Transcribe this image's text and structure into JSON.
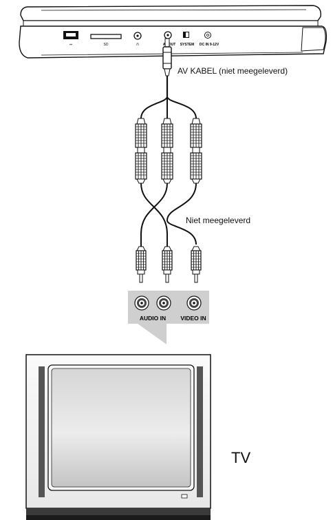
{
  "labels": {
    "av_cable": "AV KABEL (niet meegeleverd)",
    "not_included": "Niet meegeleverd",
    "tv": "TV"
  },
  "jacks": {
    "audio_in": "AUDIO IN",
    "video_in": "VIDEO IN"
  },
  "player_port_labels": {
    "av_out": "AV OUT",
    "system": "SYSTEM",
    "dc_in": "DC IN 9-12V",
    "card": "SD",
    "headphone": "∩"
  },
  "colors": {
    "line": "#111111",
    "panel_gray": "#cfcfcf",
    "tv_screen": "#dedede",
    "tv_body": "#f4f4f4",
    "tv_dark": "#3a3a3a"
  }
}
